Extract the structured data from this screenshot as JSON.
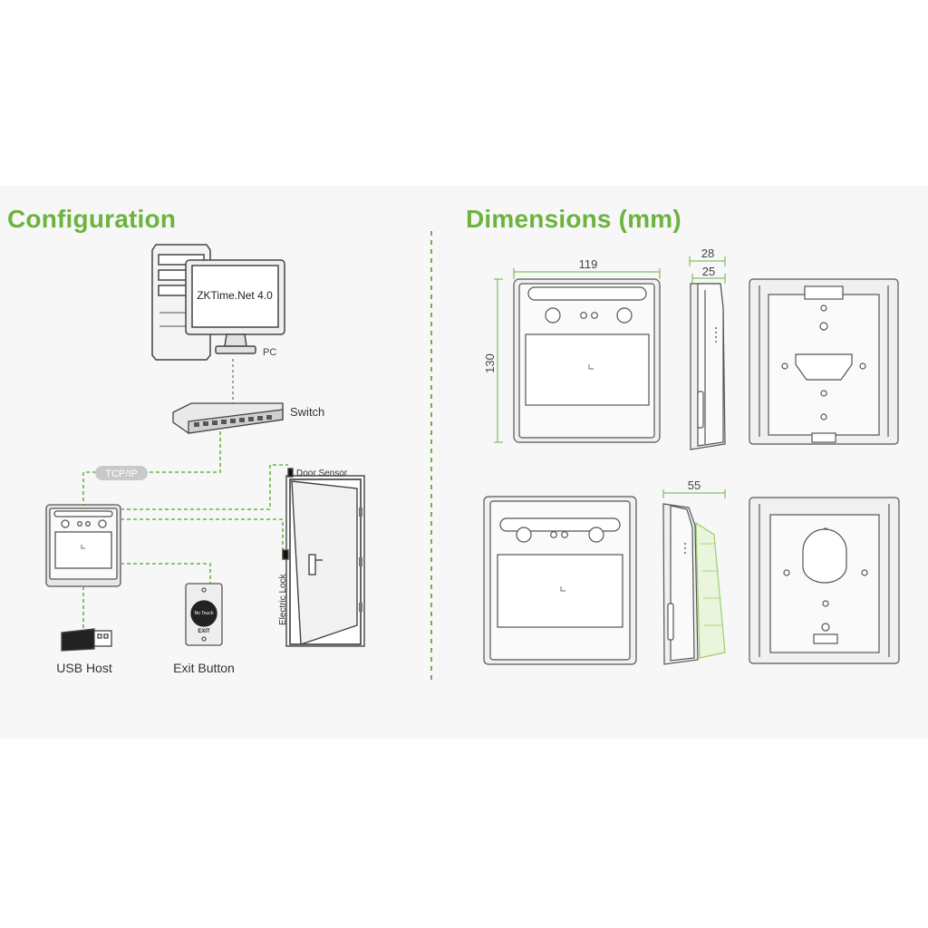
{
  "headings": {
    "configuration": "Configuration",
    "dimensions": "Dimensions (mm)"
  },
  "configuration": {
    "software_label": "ZKTime.Net 4.0",
    "pc_label": "PC",
    "switch_label": "Switch",
    "tcpip_label": "TCP/IP",
    "door_sensor_label": "Door Sensor",
    "electric_lock_label": "Electric Lock",
    "usb_host_label": "USB Host",
    "exit_button_label": "Exit Button",
    "exit_button_face_label": "EXIT",
    "exit_button_touch_label": "No Touch"
  },
  "dimensions": {
    "width_label": "119",
    "height_label": "130",
    "depth_total_label": "28",
    "depth_body_label": "25",
    "depth_angled_label": "55"
  },
  "colors": {
    "accent_green": "#6cb33f",
    "line_gray": "#555555",
    "panel_bg": "#f7f7f7"
  }
}
